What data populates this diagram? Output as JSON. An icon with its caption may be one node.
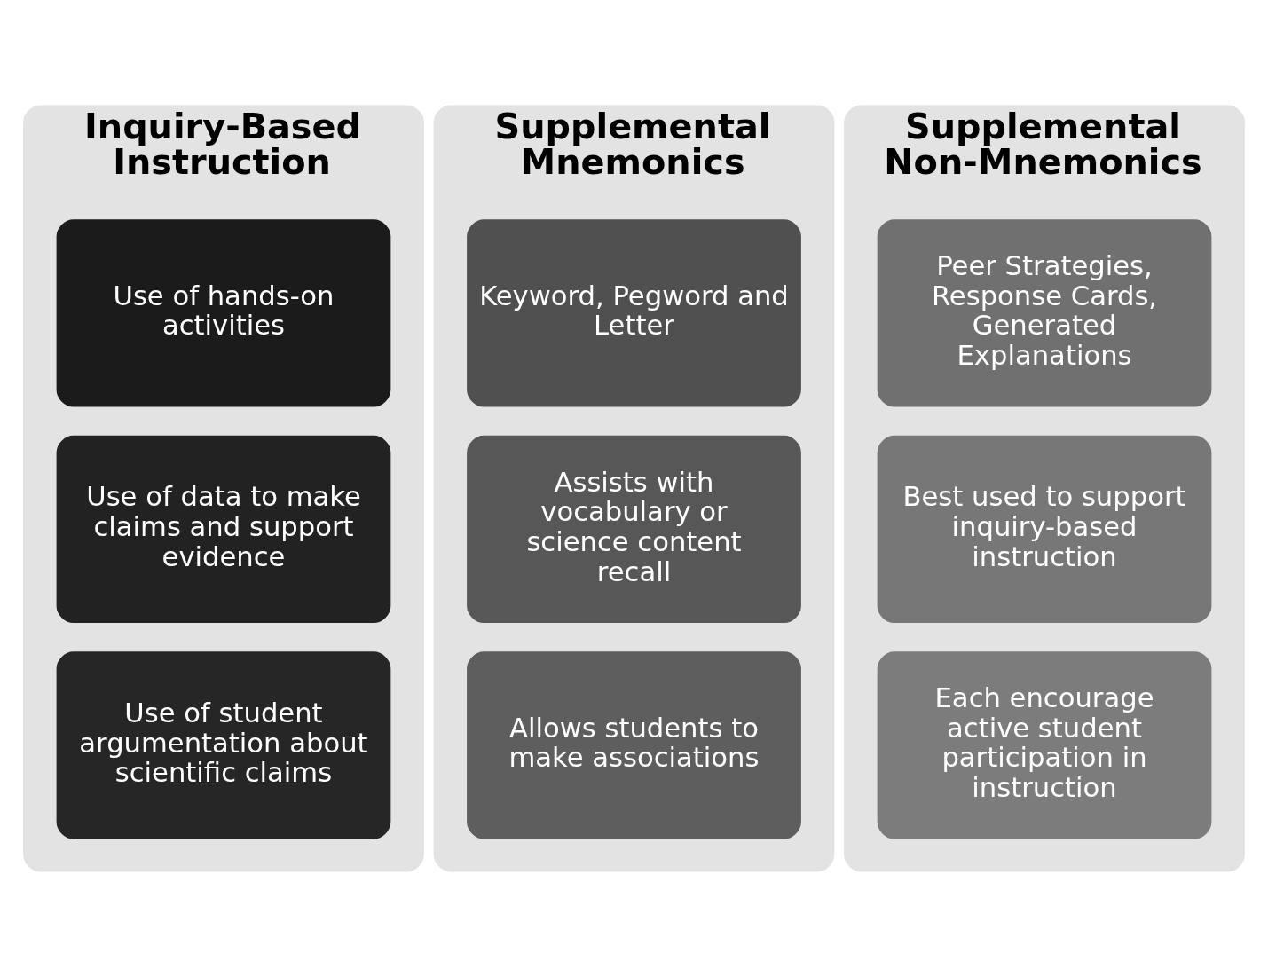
{
  "diagram": {
    "nodes": [
      {
        "text": [
          "Inquiry-Based Instruction"
        ]
      },
      {
        "text": [
          "Use of hands-on activities"
        ],
        "in": 0
      },
      {
        "text": [
          "Use of data to make claims and support evidence"
        ],
        "in": 0
      },
      {
        "text": [
          "Use of student argumentation about scientific claims"
        ],
        "in": 0
      },
      {
        "text": [
          "Supplemental Mnemonics"
        ]
      },
      {
        "text": [
          "Keyword, Pegword and Letter"
        ],
        "in": 4
      },
      {
        "text": [
          "Assists with vocabulary or science content recall"
        ],
        "in": 4
      },
      {
        "text": [
          "Allows students to make associations"
        ],
        "in": 4
      },
      {
        "text": [
          "Supplemental Non-Mnemonics"
        ]
      },
      {
        "text": [
          "Peer Strategies, Response Cards, Generated Explanations"
        ],
        "in": 8
      },
      {
        "text": [
          "Best used to support inquiry-based instruction"
        ],
        "in": 8
      },
      {
        "text": [
          "Each encourage active student participation in instruction"
        ],
        "in": 8
      }
    ],
    "edges": []
  }
}
